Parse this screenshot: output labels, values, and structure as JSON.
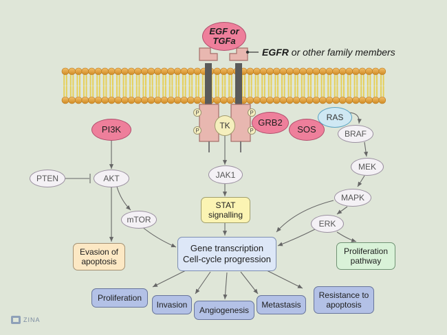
{
  "diagram": {
    "ligand": "EGF or TGFa",
    "receptor_label_bold": "EGFR",
    "receptor_label_rest": " or other family members",
    "phospho_mark": "P",
    "brand": "ZINA",
    "nodes": {
      "pi3k": "PI3K",
      "pten": "PTEN",
      "akt": "AKT",
      "mtor": "mTOR",
      "tk": "TK",
      "grb2": "GRB2",
      "sos": "SOS",
      "ras": "RAS",
      "braf": "BRAF",
      "mek": "MEK",
      "mapk": "MAPK",
      "erk": "ERK",
      "jak1": "JAK1",
      "stat": "STAT signalling",
      "evasion": "Evasion of apoptosis",
      "gene_line1": "Gene transcription",
      "gene_line2": "Cell-cycle progression",
      "prolif_pathway": "Proliferation pathway"
    },
    "outcomes": {
      "proliferation": "Proliferation",
      "invasion": "Invasion",
      "angiogenesis": "Angiogenesis",
      "metastasis": "Metastasis",
      "resistance": "Resistance to apoptosis"
    },
    "colors": {
      "background": "#dfe6d8",
      "ligand": "#ee7f9b",
      "lipid_head": "#e0a13a",
      "lipid_tail": "#e6cf58",
      "receptor": "#e8b7b0",
      "outcome": "#b3c1e6",
      "ras": "#cfe8f3"
    }
  }
}
